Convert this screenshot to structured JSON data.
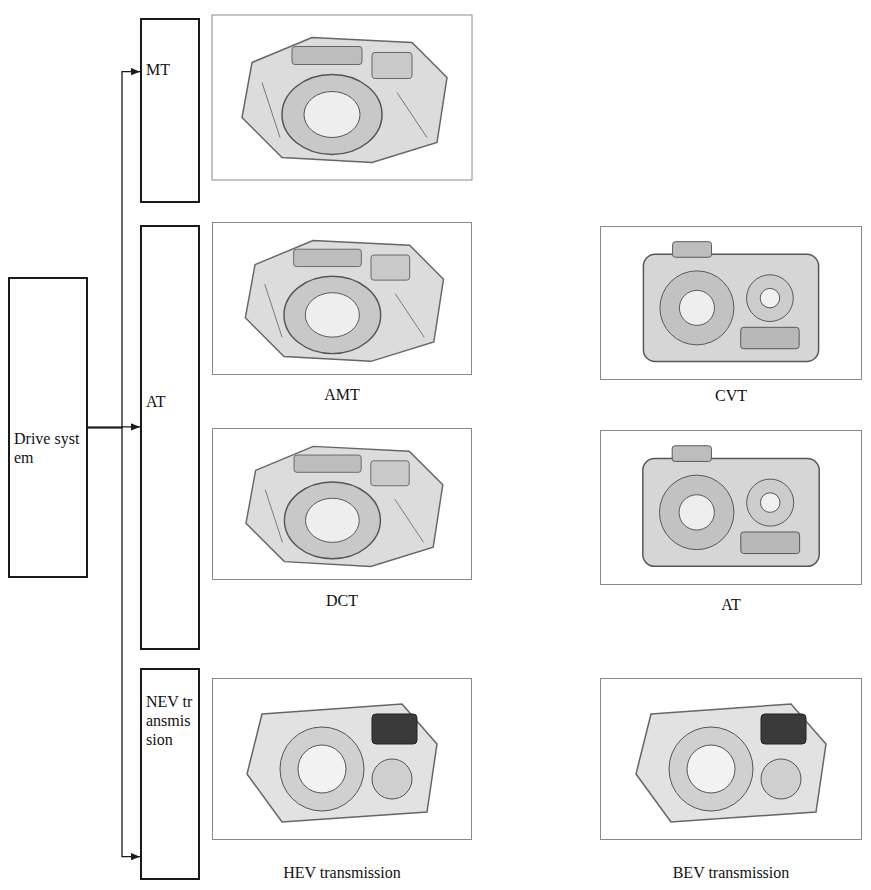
{
  "diagram": {
    "nodes": [
      {
        "text": [
          "Drive system"
        ]
      },
      {
        "text": [
          "MT"
        ]
      },
      {
        "text": [
          "AT"
        ]
      },
      {
        "text": [
          "AMT"
        ]
      },
      {
        "text": [
          "CVT"
        ]
      },
      {
        "text": [
          "DCT"
        ]
      },
      {
        "text": [
          "AT"
        ]
      },
      {
        "text": [
          "NEV transmission"
        ]
      },
      {
        "text": [
          "HEV transmission"
        ]
      },
      {
        "text": [
          "BEV transmission"
        ]
      }
    ],
    "edges": [
      {
        "from": 0,
        "to": 1,
        "arrow": "to"
      },
      {
        "from": 0,
        "to": 2,
        "arrow": "to"
      },
      {
        "from": 0,
        "to": 7,
        "arrow": "to"
      }
    ]
  }
}
